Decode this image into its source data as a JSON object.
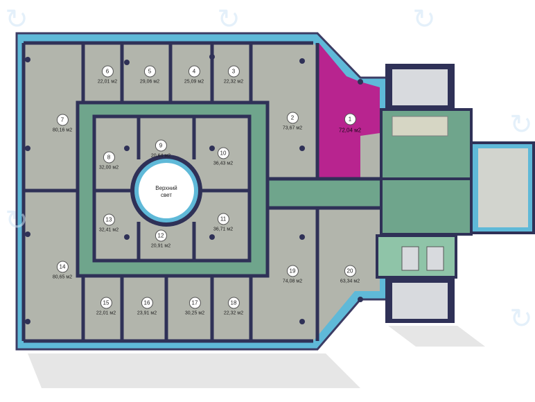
{
  "plan": {
    "center_label": "Верхний\nсвет",
    "highlight_color": "#b8248f",
    "rooms": [
      {
        "id": "r1",
        "number": "1",
        "area": "72,04 м2",
        "highlight": true
      },
      {
        "id": "r2",
        "number": "2",
        "area": "73,67 м2"
      },
      {
        "id": "r3",
        "number": "3",
        "area": "22,32 м2"
      },
      {
        "id": "r4",
        "number": "4",
        "area": "25,09 м2"
      },
      {
        "id": "r5",
        "number": "5",
        "area": "29,06 м2"
      },
      {
        "id": "r6",
        "number": "6",
        "area": "22,01 м2"
      },
      {
        "id": "r7",
        "number": "7",
        "area": "80,16 м2"
      },
      {
        "id": "r8",
        "number": "8",
        "area": "32,00 м2"
      },
      {
        "id": "r9",
        "number": "9",
        "area": "20,64 м2"
      },
      {
        "id": "r10",
        "number": "10",
        "area": "36,43 м2"
      },
      {
        "id": "r11",
        "number": "11",
        "area": "36,71 м2"
      },
      {
        "id": "r12",
        "number": "12",
        "area": "20,91 м2"
      },
      {
        "id": "r13",
        "number": "13",
        "area": "32,41 м2"
      },
      {
        "id": "r14",
        "number": "14",
        "area": "80,65 м2"
      },
      {
        "id": "r15",
        "number": "15",
        "area": "22,01 м2"
      },
      {
        "id": "r16",
        "number": "16",
        "area": "23,91 м2"
      },
      {
        "id": "r17",
        "number": "17",
        "area": "30,25 м2"
      },
      {
        "id": "r18",
        "number": "18",
        "area": "22,32 м2"
      },
      {
        "id": "r19",
        "number": "19",
        "area": "74,08 м2"
      },
      {
        "id": "r20",
        "number": "20",
        "area": "63,34 м2"
      }
    ],
    "watermark_icon": "refresh-circle-logo"
  }
}
